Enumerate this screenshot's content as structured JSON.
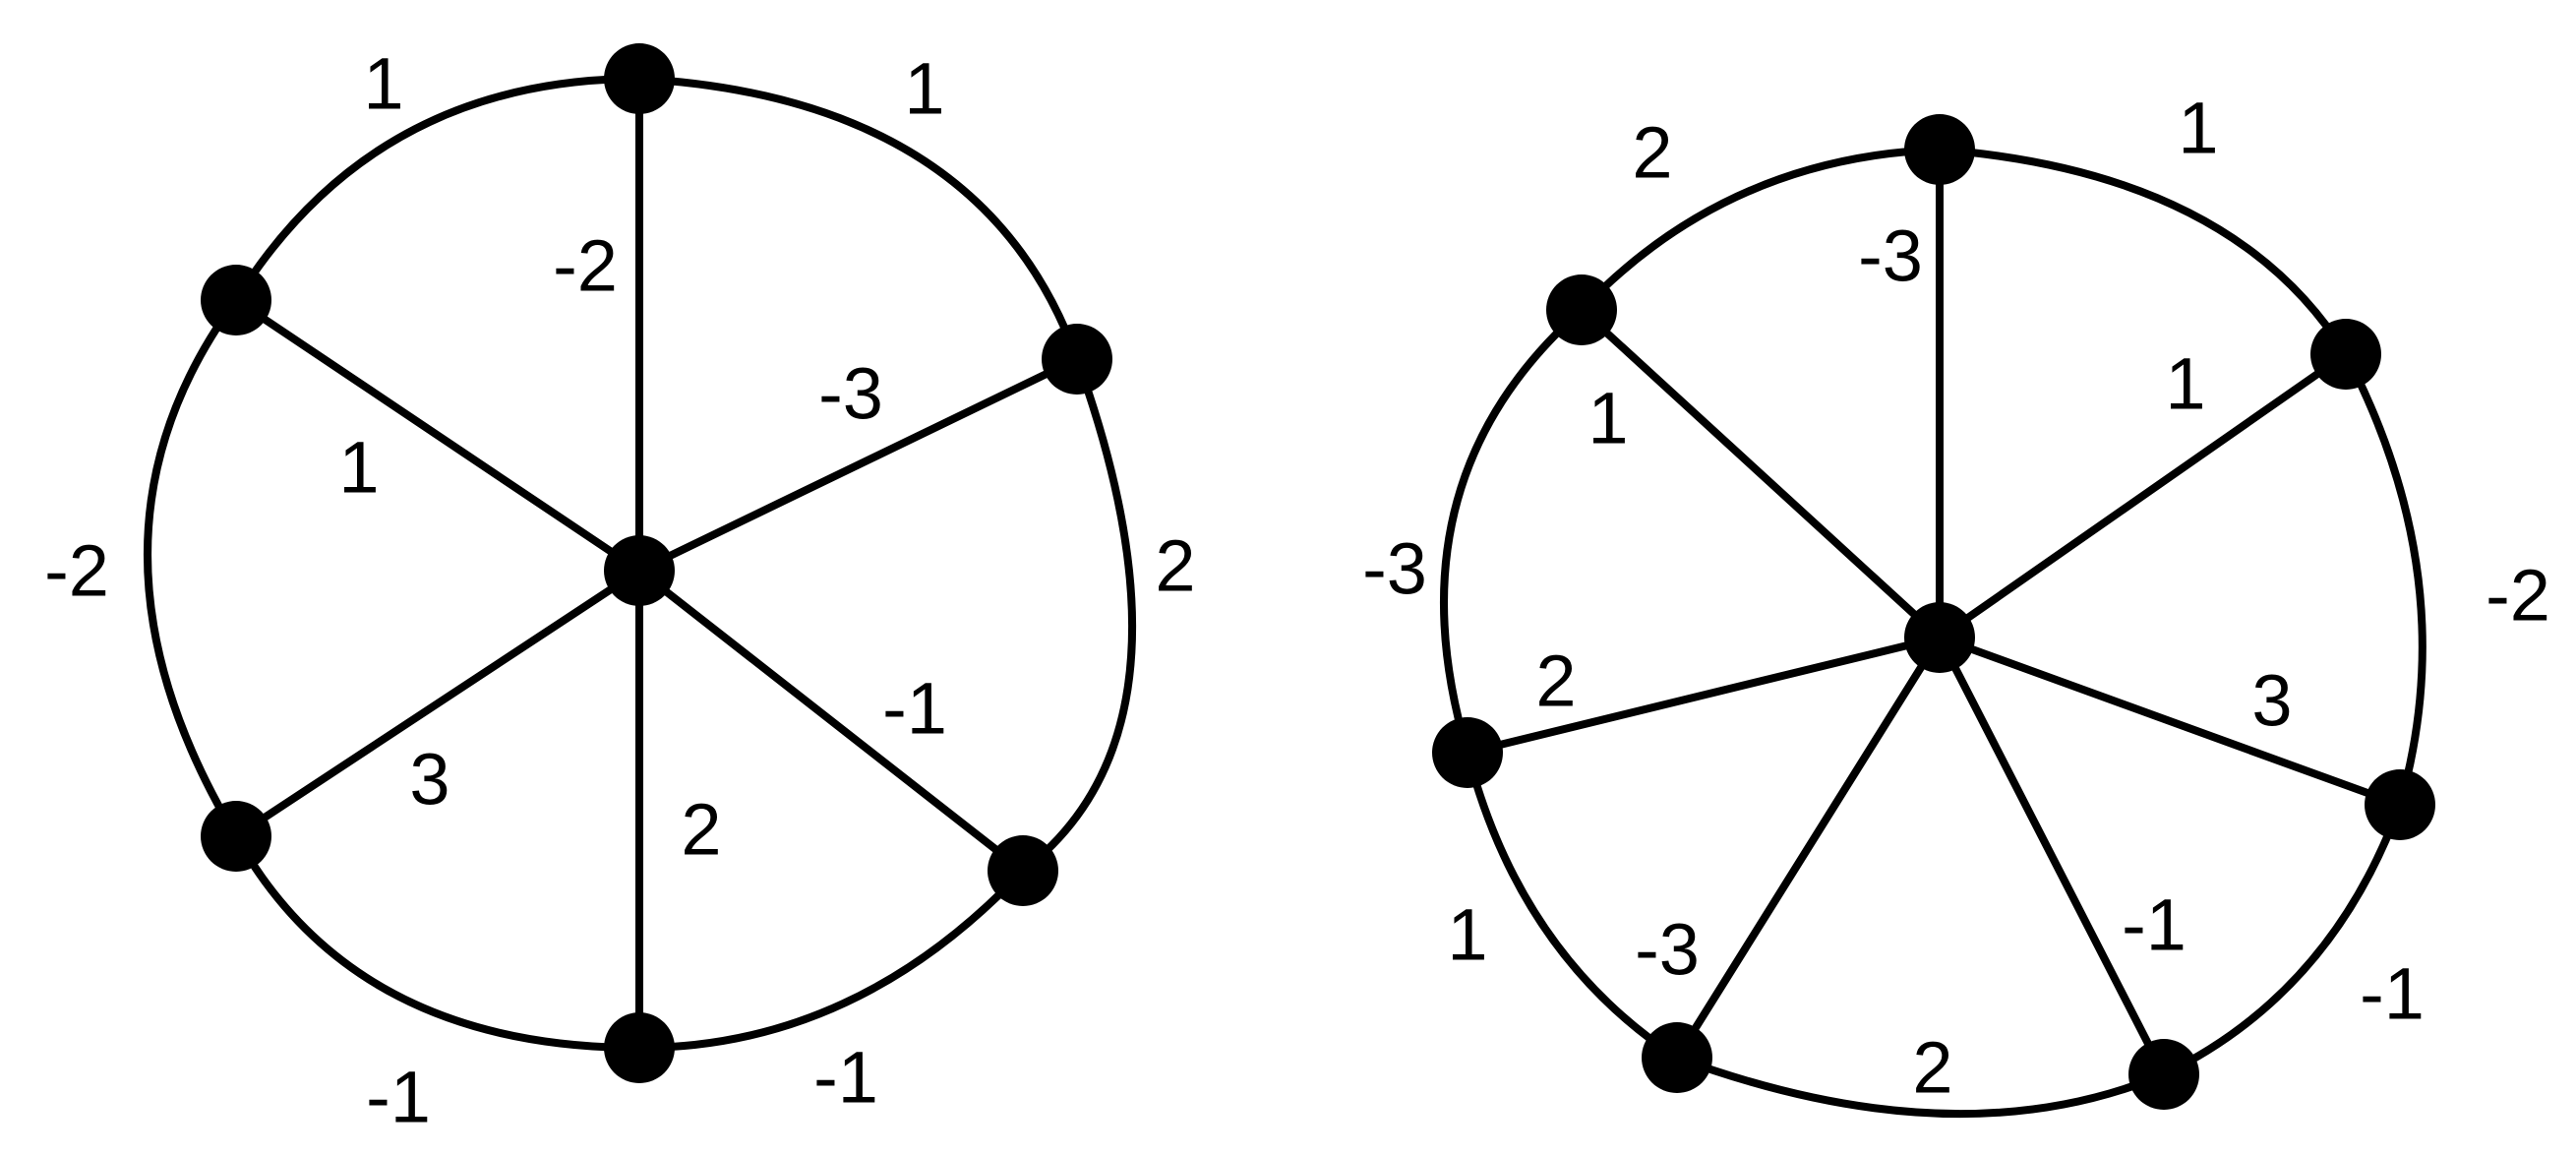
{
  "graphs": [
    {
      "id": "left-wheel",
      "hub": "C",
      "rim": [
        "V1",
        "V2",
        "V3",
        "V4",
        "V5",
        "V6"
      ],
      "rim_edges": [
        {
          "from": "V1",
          "to": "V2",
          "weight": "1"
        },
        {
          "from": "V2",
          "to": "V3",
          "weight": "2"
        },
        {
          "from": "V3",
          "to": "V4",
          "weight": "-1"
        },
        {
          "from": "V4",
          "to": "V5",
          "weight": "-1"
        },
        {
          "from": "V5",
          "to": "V6",
          "weight": "-2"
        },
        {
          "from": "V6",
          "to": "V1",
          "weight": "1"
        }
      ],
      "spoke_edges": [
        {
          "from": "C",
          "to": "V1",
          "weight": "-2"
        },
        {
          "from": "C",
          "to": "V2",
          "weight": "-3"
        },
        {
          "from": "C",
          "to": "V3",
          "weight": "-1"
        },
        {
          "from": "C",
          "to": "V4",
          "weight": "2"
        },
        {
          "from": "C",
          "to": "V5",
          "weight": "3"
        },
        {
          "from": "C",
          "to": "V6",
          "weight": "1"
        }
      ]
    },
    {
      "id": "right-wheel",
      "hub": "C",
      "rim": [
        "V1",
        "V2",
        "V3",
        "V4",
        "V5",
        "V6",
        "V7"
      ],
      "rim_edges": [
        {
          "from": "V1",
          "to": "V2",
          "weight": "1"
        },
        {
          "from": "V2",
          "to": "V3",
          "weight": "-2"
        },
        {
          "from": "V3",
          "to": "V4",
          "weight": "-1"
        },
        {
          "from": "V4",
          "to": "V5",
          "weight": "2"
        },
        {
          "from": "V5",
          "to": "V6",
          "weight": "1"
        },
        {
          "from": "V6",
          "to": "V7",
          "weight": "-3"
        },
        {
          "from": "V7",
          "to": "V1",
          "weight": "2"
        }
      ],
      "spoke_edges": [
        {
          "from": "C",
          "to": "V1",
          "weight": "-3"
        },
        {
          "from": "C",
          "to": "V2",
          "weight": "1"
        },
        {
          "from": "C",
          "to": "V3",
          "weight": "3"
        },
        {
          "from": "C",
          "to": "V4",
          "weight": "-1"
        },
        {
          "from": "C",
          "to": "V5",
          "weight": "-3"
        },
        {
          "from": "C",
          "to": "V6",
          "weight": "2"
        },
        {
          "from": "C",
          "to": "V7",
          "weight": "1"
        }
      ]
    }
  ]
}
